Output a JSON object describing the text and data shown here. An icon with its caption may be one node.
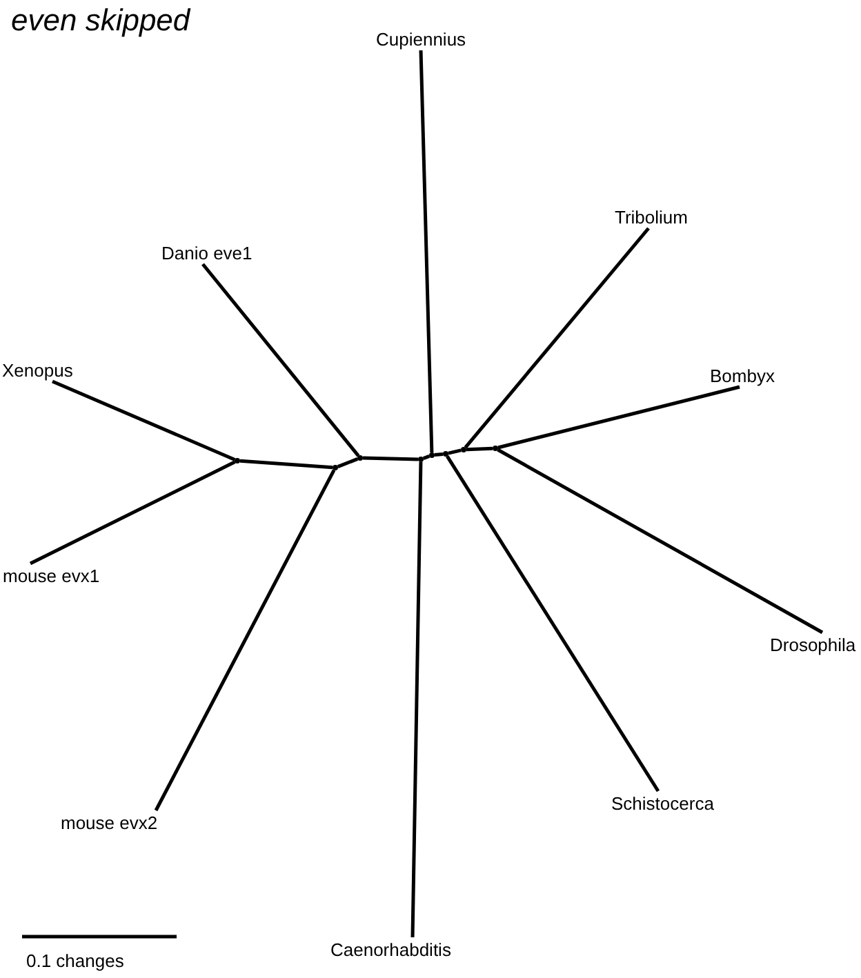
{
  "diagram": {
    "title": "even skipped",
    "nodes": [
      {
        "text": [
          "Cupiennius"
        ]
      },
      {
        "text": [
          "Danio eve1"
        ]
      },
      {
        "text": [
          "Tribolium"
        ]
      },
      {
        "text": [
          "Xenopus"
        ]
      },
      {
        "text": [
          "Bombyx"
        ]
      },
      {
        "text": [],
        "shape": "dot"
      },
      {
        "text": [],
        "shape": "dot"
      },
      {
        "text": [],
        "shape": "dot"
      },
      {
        "text": [],
        "shape": "dot"
      },
      {
        "text": [],
        "shape": "dot"
      },
      {
        "text": [],
        "shape": "dot"
      },
      {
        "text": [],
        "shape": "dot"
      },
      {
        "text": [],
        "shape": "dot"
      },
      {
        "text": [
          "mouse evx1"
        ]
      },
      {
        "text": [
          "Drosophila"
        ]
      },
      {
        "text": [
          "mouse evx2"
        ]
      },
      {
        "text": [
          "Schistocerca"
        ]
      },
      {
        "text": [
          "Caenorhabditis"
        ]
      }
    ],
    "edges": [
      {
        "from": 3,
        "to": 5,
        "arrow": "none"
      },
      {
        "from": 13,
        "to": 5,
        "arrow": "none"
      },
      {
        "from": 5,
        "to": 6,
        "arrow": "none"
      },
      {
        "from": 15,
        "to": 6,
        "arrow": "none"
      },
      {
        "from": 6,
        "to": 7,
        "arrow": "none"
      },
      {
        "from": 1,
        "to": 7,
        "arrow": "none"
      },
      {
        "from": 7,
        "to": 8,
        "arrow": "none"
      },
      {
        "from": 17,
        "to": 8,
        "arrow": "none"
      },
      {
        "from": 8,
        "to": 9,
        "arrow": "none"
      },
      {
        "from": 0,
        "to": 9,
        "arrow": "none"
      },
      {
        "from": 9,
        "to": 10,
        "arrow": "none"
      },
      {
        "from": 16,
        "to": 10,
        "arrow": "none"
      },
      {
        "from": 10,
        "to": 11,
        "arrow": "none"
      },
      {
        "from": 2,
        "to": 11,
        "arrow": "none"
      },
      {
        "from": 11,
        "to": 12,
        "arrow": "none"
      },
      {
        "from": 4,
        "to": 12,
        "arrow": "none"
      },
      {
        "from": 14,
        "to": 12,
        "arrow": "none"
      }
    ],
    "labels": [
      "0.1 changes"
    ]
  }
}
